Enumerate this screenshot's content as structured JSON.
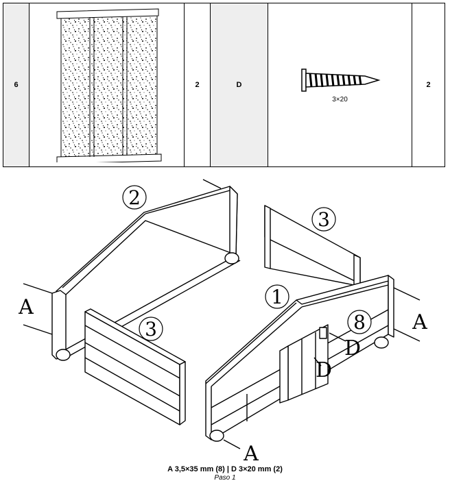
{
  "parts_table": {
    "row": {
      "part_number": "6",
      "part_qty": "2",
      "hardware_letter": "D",
      "screw_size": "3×20",
      "hardware_qty": "2"
    }
  },
  "diagram": {
    "labels": {
      "part_1": "1",
      "part_2": "2",
      "part_3a": "3",
      "part_3b": "3",
      "part_8": "8",
      "screw_a1": "A",
      "screw_a2": "A",
      "screw_a3": "A",
      "screw_d1": "D",
      "screw_d2": "D"
    }
  },
  "caption": {
    "hardware_line": "A 3,5×35 mm (8) | D 3×20 mm (2)",
    "step": "Paso 1"
  }
}
